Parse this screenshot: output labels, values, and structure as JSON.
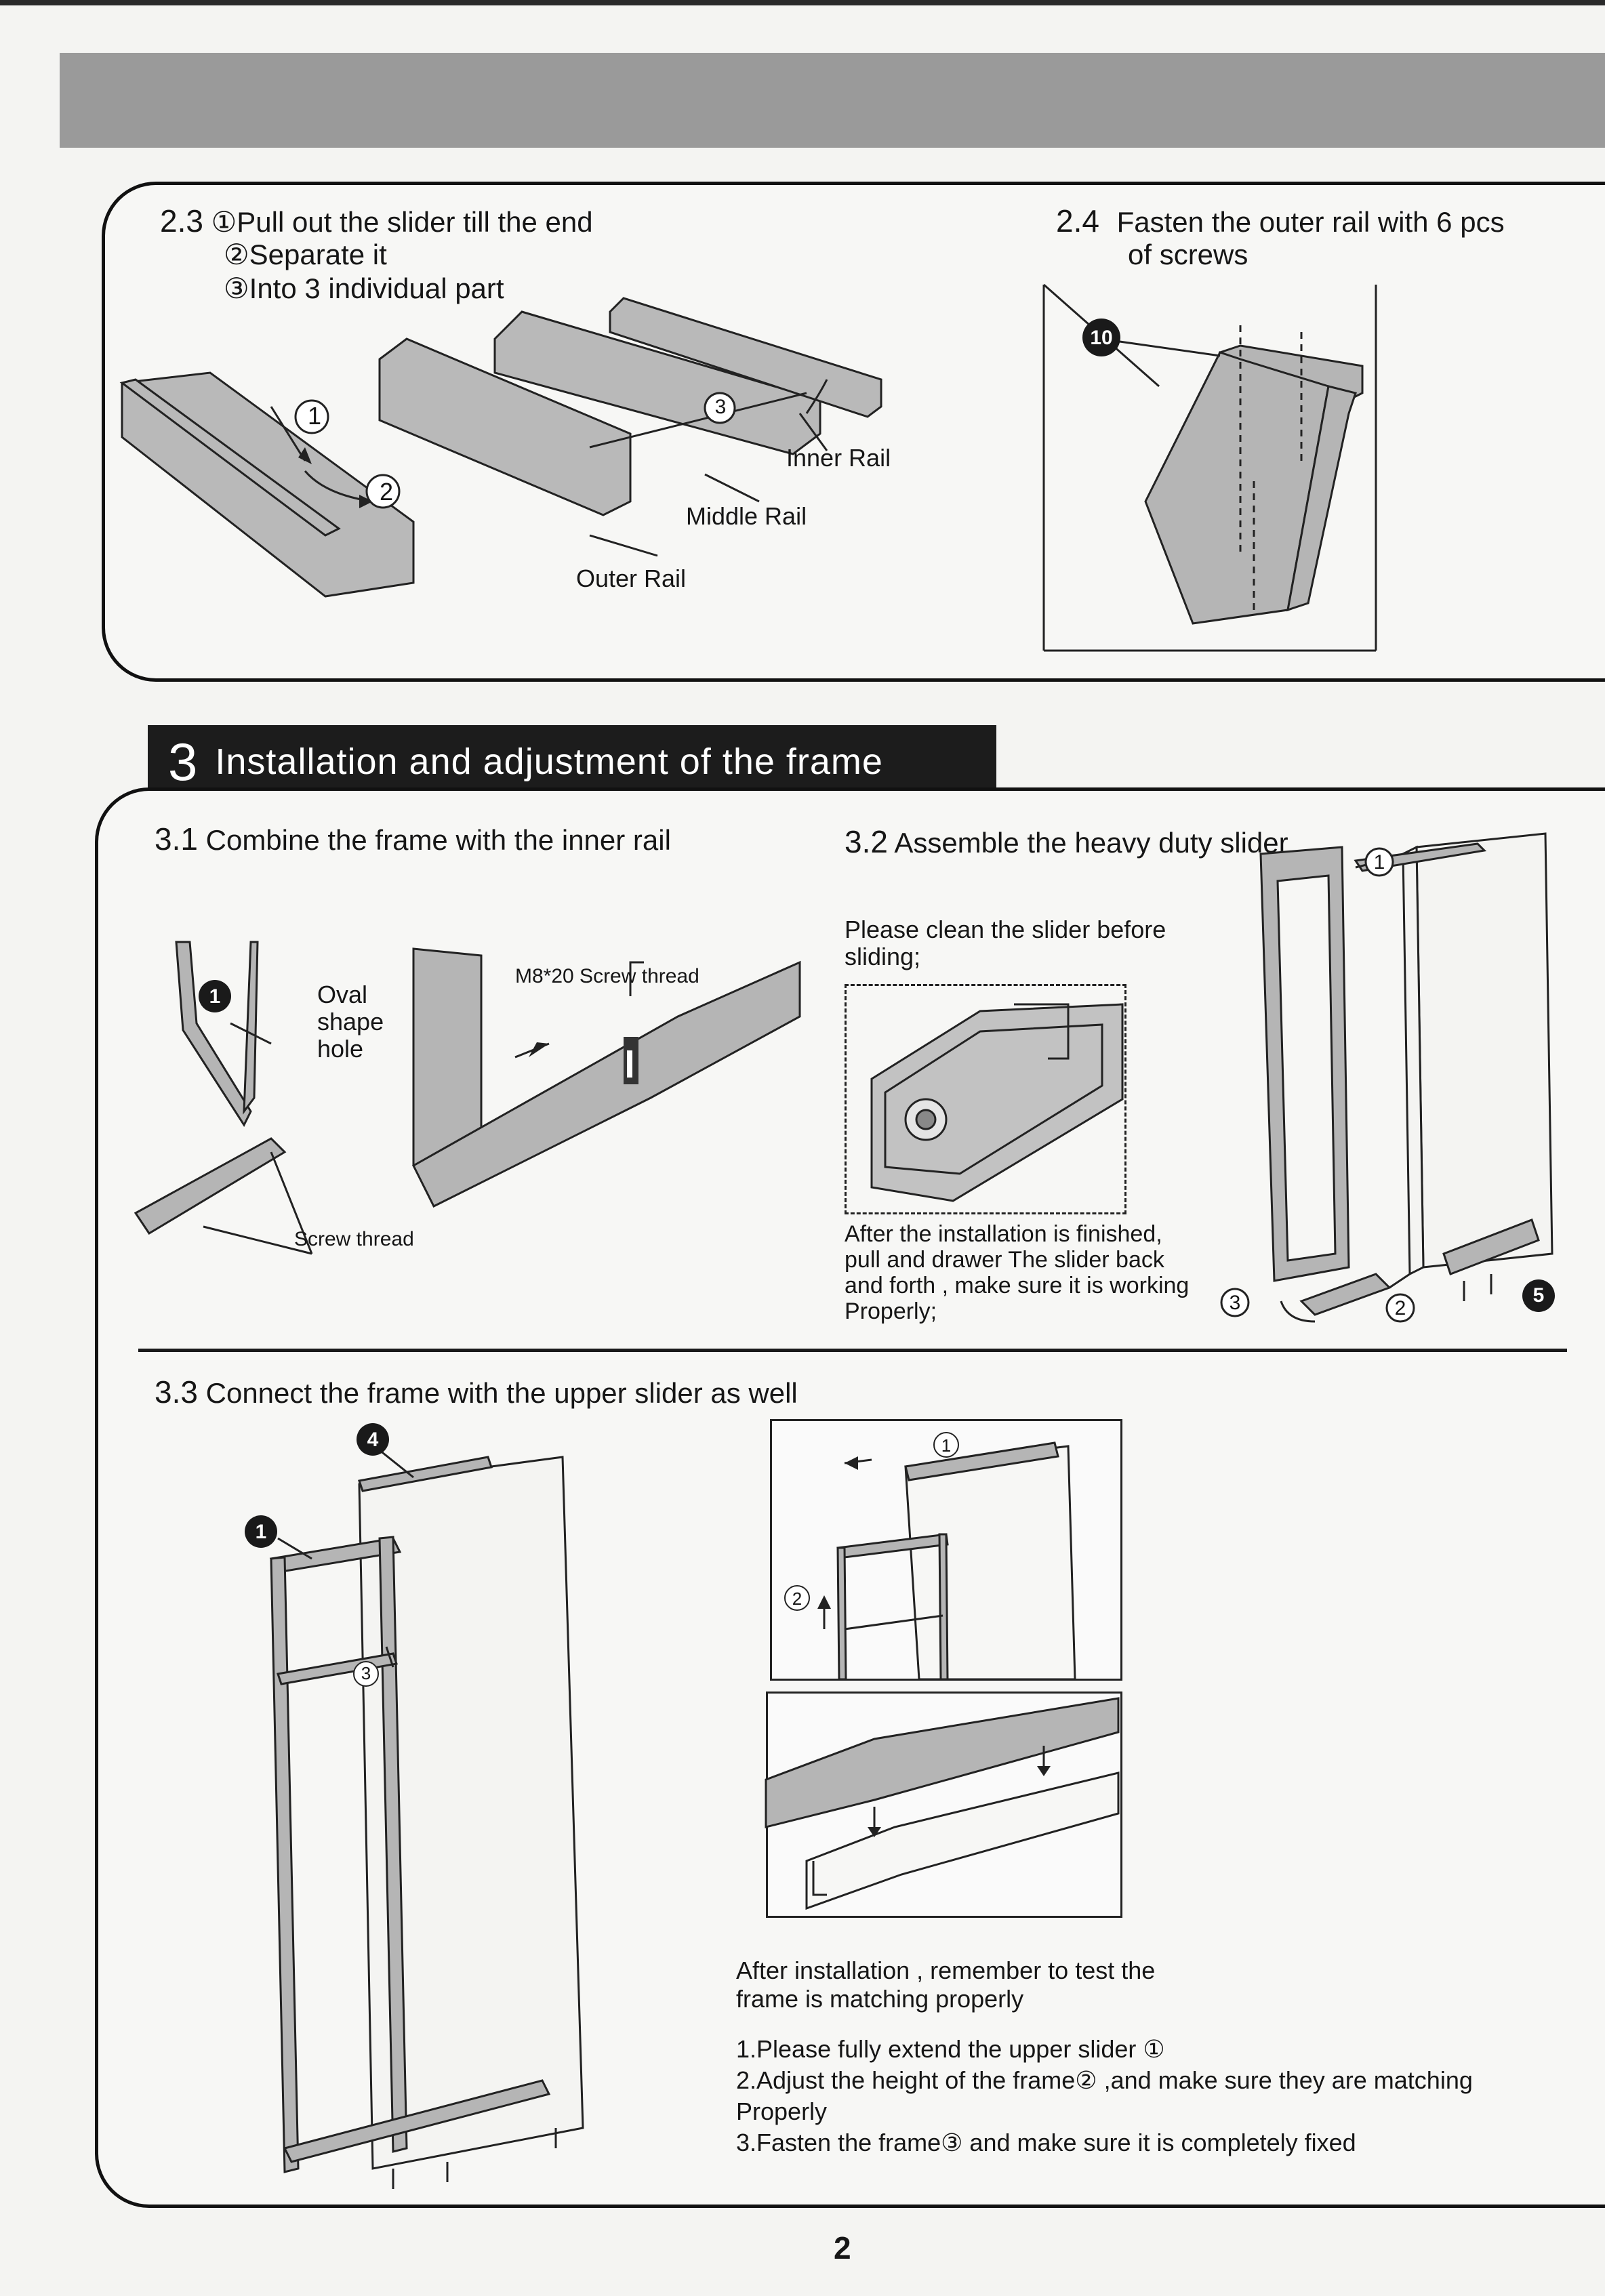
{
  "page_number": "2",
  "s23": {
    "num": "2.3",
    "lines": [
      "①Pull out the slider till the end",
      "②Separate it",
      "③Into 3 individual part"
    ],
    "inner_rail": "Inner Rail",
    "middle_rail": "Middle Rail",
    "outer_rail": "Outer Rail",
    "c1": "1",
    "c2": "2",
    "c3": "3"
  },
  "s24": {
    "num": "2.4",
    "lines": [
      "Fasten the outer rail with 6 pcs",
      "of screws"
    ],
    "badge": "10"
  },
  "section3": {
    "num": "3",
    "title": "Installation and adjustment of the frame"
  },
  "s31": {
    "num": "3.1",
    "text": "Combine the frame with the inner rail",
    "badge": "1",
    "oval": [
      "Oval",
      "shape",
      "hole"
    ],
    "m8": "M8*20 Screw thread",
    "screw_thread": "Screw thread"
  },
  "s32": {
    "num": "3.2",
    "text": "Assemble the heavy duty slider",
    "clean": [
      "Please clean the slider before",
      "sliding;"
    ],
    "after": [
      "After the installation is finished,",
      "pull and drawer The slider back",
      "and forth , make sure it is working",
      "Properly;"
    ],
    "c1": "1",
    "c2": "2",
    "c3": "3",
    "badge": "5"
  },
  "s33": {
    "num": "3.3",
    "text": "Connect the frame with the upper slider as well",
    "badge1": "1",
    "badge4": "4",
    "c3": "3",
    "c1": "1",
    "c2": "2",
    "after": [
      "After installation , remember to test the",
      "frame is matching properly"
    ],
    "steps": [
      "1.Please fully extend the upper slider ①",
      "2.Adjust the height of the frame② ,and make sure they are matching",
      "Properly",
      "3.Fasten the frame③ and make sure it is completely fixed"
    ]
  }
}
